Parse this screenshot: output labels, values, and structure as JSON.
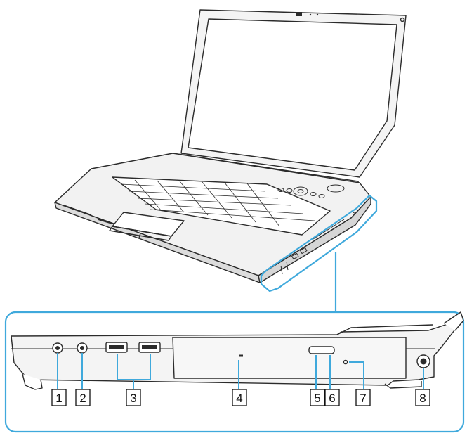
{
  "figure": {
    "title": "",
    "colors": {
      "line": "#2b2b2b",
      "highlight": "#3fa9dc",
      "chassis": "#f2f2f2",
      "screen": "#ffffff"
    },
    "callouts": [
      {
        "number": "1",
        "part": "headphones-jack"
      },
      {
        "number": "2",
        "part": "microphone-jack"
      },
      {
        "number": "3",
        "part": "usb-ports"
      },
      {
        "number": "4",
        "part": "optical-disc-drive"
      },
      {
        "number": "5",
        "part": "drive-eject-button"
      },
      {
        "number": "6",
        "part": "drive-indicator"
      },
      {
        "number": "7",
        "part": "manual-eject-hole"
      },
      {
        "number": "8",
        "part": "dc-in-port"
      }
    ]
  }
}
